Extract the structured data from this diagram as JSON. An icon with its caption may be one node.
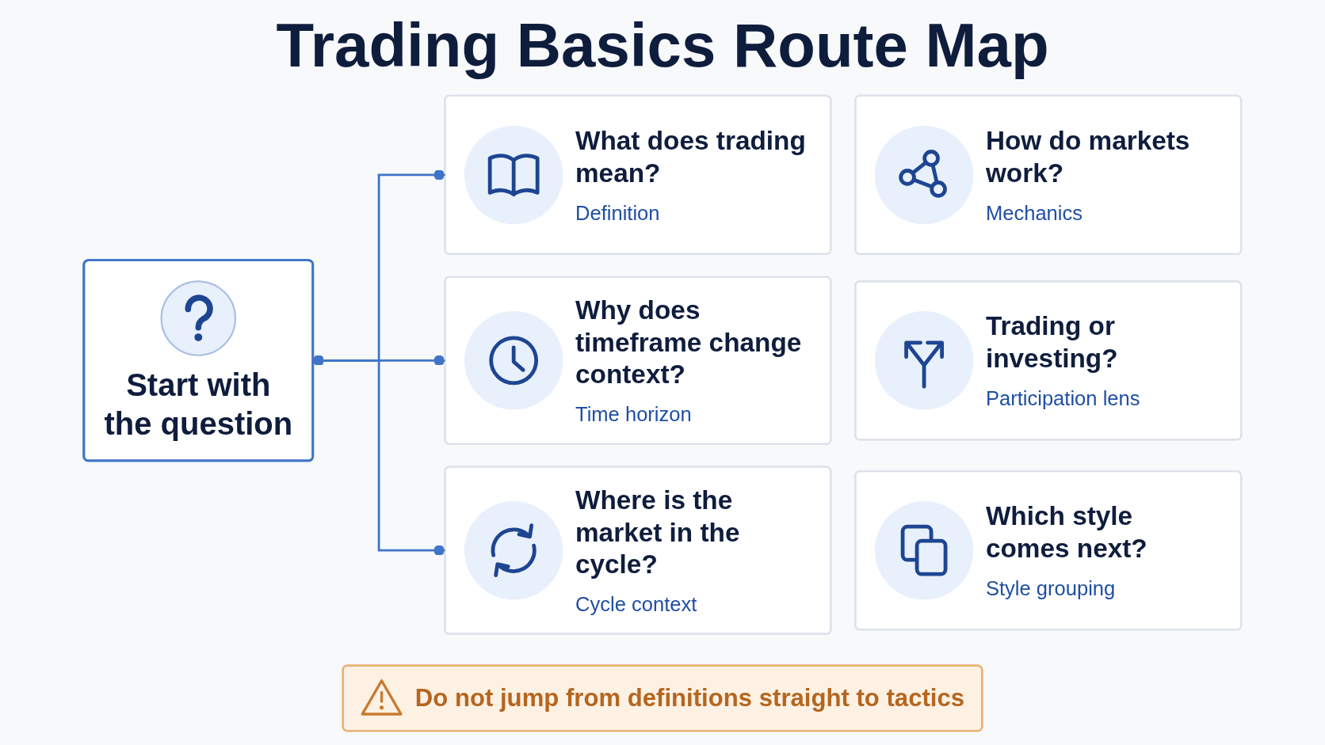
{
  "diagram": {
    "title": "Trading Basics Route Map",
    "nodes": [
      {
        "text": [
          "Start with the question"
        ]
      },
      {
        "text": [
          "What does trading mean?",
          "Definition"
        ]
      },
      {
        "text": [
          "How do markets work?",
          "Mechanics"
        ]
      },
      {
        "text": [
          "Why does timeframe change context?",
          "Time horizon"
        ]
      },
      {
        "text": [
          "Trading or investing?",
          "Participation lens"
        ]
      },
      {
        "text": [
          "Where is the market in the cycle?",
          "Cycle context"
        ]
      },
      {
        "text": [
          "Which style comes next?",
          "Style grouping"
        ]
      },
      {
        "text": [
          "Do not jump from definitions straight to tactics"
        ]
      }
    ],
    "edges": [
      {
        "from": 0,
        "to": 1,
        "arrow": "other"
      },
      {
        "from": 0,
        "to": 3,
        "arrow": "other"
      },
      {
        "from": 0,
        "to": 5,
        "arrow": "other"
      }
    ]
  }
}
